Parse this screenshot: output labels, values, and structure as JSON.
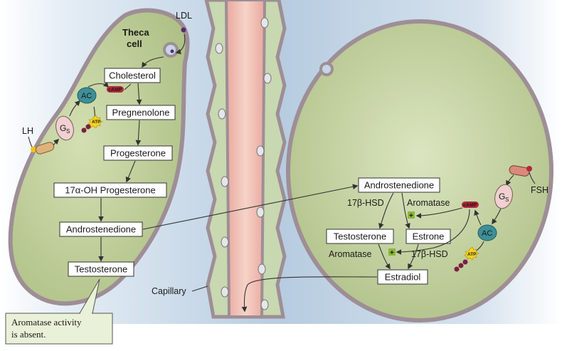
{
  "theca": {
    "title_line1": "Theca",
    "title_line2": "cell",
    "steps": [
      "Cholesterol",
      "Pregnenolone",
      "Progesterone",
      "17α-OH Progesterone",
      "Androstenedione",
      "Testosterone"
    ],
    "ldl": "LDL",
    "lh": "LH",
    "gs": "G",
    "gs_sub": "S",
    "ac": "AC",
    "camp": "cAMP",
    "atp": "ATP"
  },
  "capillary": {
    "label": "Capillary"
  },
  "granulosa": {
    "androstenedione": "Androstenedione",
    "enzyme_17b": "17β-HSD",
    "aromatase": "Aromatase",
    "testosterone": "Testosterone",
    "estrone": "Estrone",
    "aromatase2": "Aromatase",
    "enzyme_17b2": "17β-HSD",
    "estradiol": "Estradiol",
    "fsh": "FSH",
    "gs": "G",
    "gs_sub": "S",
    "ac": "AC",
    "camp": "cAMP",
    "atp": "ATP",
    "plus": "+"
  },
  "callout": {
    "line1": "Aromatase activity",
    "line2": "is absent."
  },
  "colors": {
    "cell_fill": "#c9d7a6",
    "membrane": "#9e8e96",
    "background": "#c5d6e6",
    "capillary": "#e8a8a0",
    "ac": "#3e8f97",
    "camp": "#b5283a",
    "plus": "#8ab83a"
  }
}
